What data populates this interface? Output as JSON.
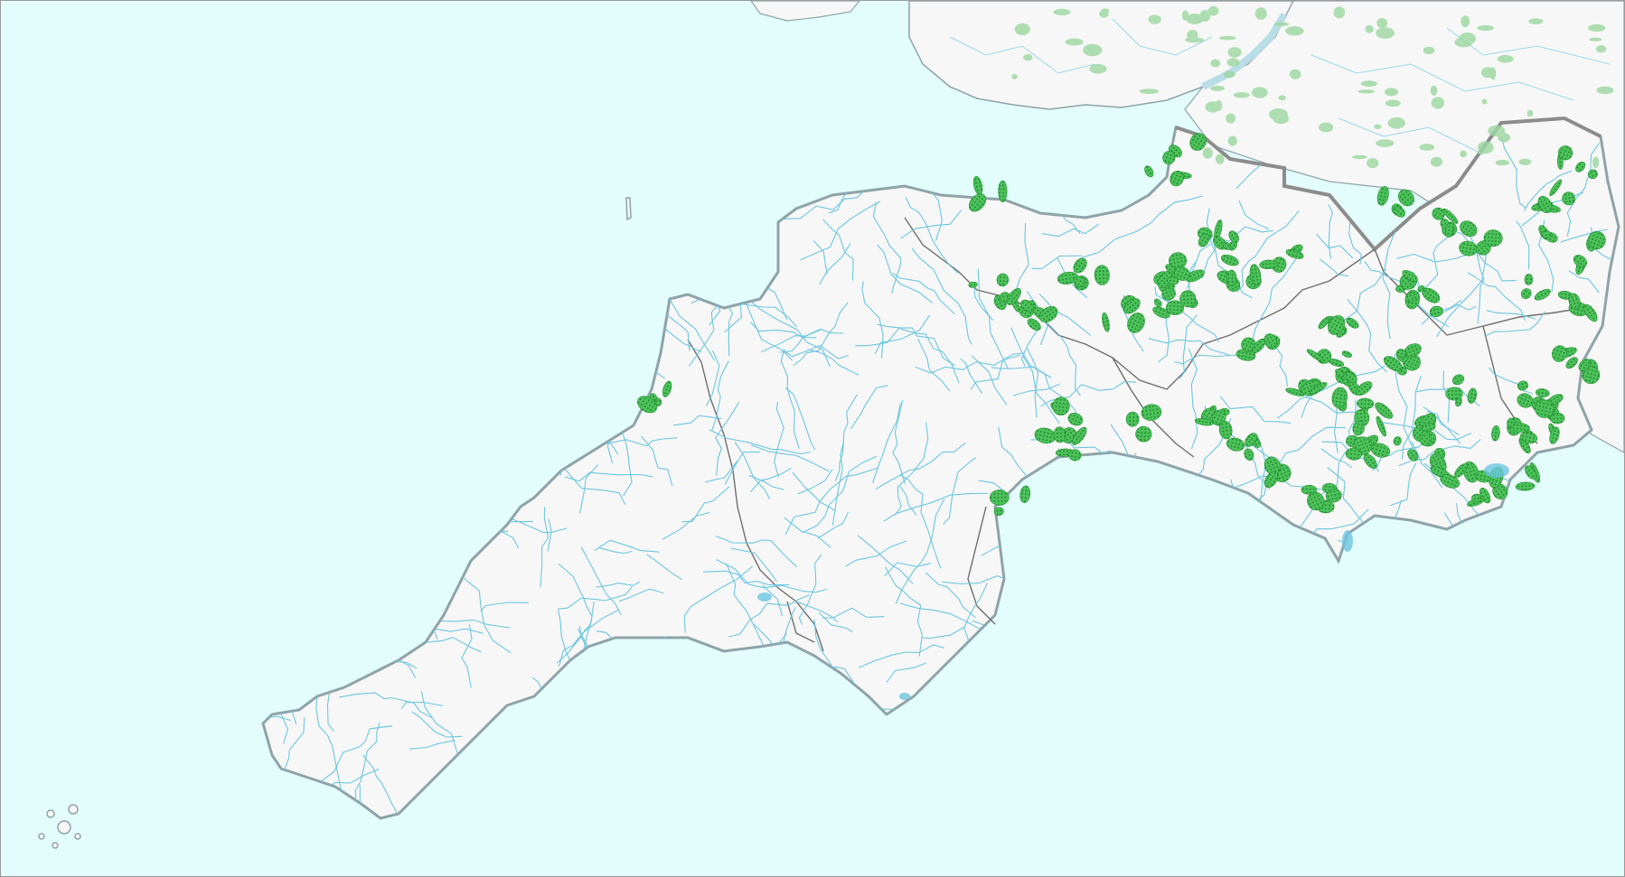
{
  "map": {
    "colors": {
      "sea": "#e3fdfd",
      "land": "#f7f7f7",
      "coastline": "#8fa3a8",
      "region_boundary": "#8c8c8c",
      "district_boundary": "#6e6e6e",
      "river": "#6cc6e0",
      "habitat_fill": "#4cc25a",
      "habitat_stroke": "#1f8f2e",
      "faded_habitat": "#9bd79f"
    },
    "layers": [
      {
        "name": "coastline"
      },
      {
        "name": "region-boundary"
      },
      {
        "name": "district-boundaries"
      },
      {
        "name": "rivers"
      },
      {
        "name": "habitat-patches"
      }
    ]
  }
}
